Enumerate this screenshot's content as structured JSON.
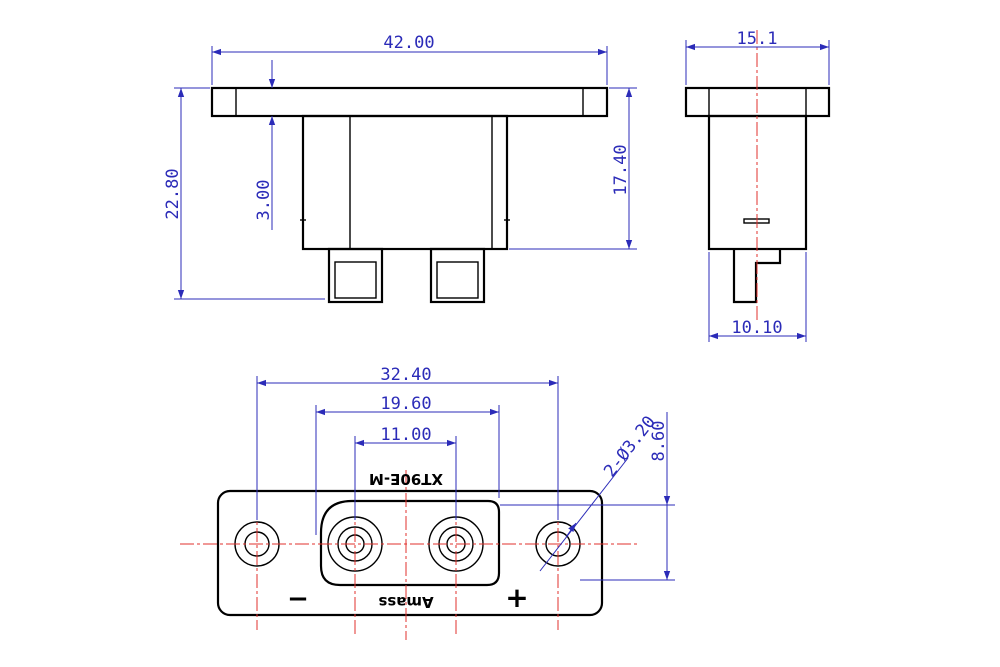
{
  "dimensions": {
    "top_width": "42.00",
    "overall_height": "22.80",
    "flange_thickness": "3.00",
    "body_height": "17.40",
    "side_width": "15.1",
    "side_body_width": "10.10",
    "hole_spacing": "32.40",
    "housing_width": "19.60",
    "pin_spacing": "11.00",
    "hole_diameter": "2-Ø3.20",
    "plate_height": "8.60"
  },
  "markings": {
    "model": "XT90E-M",
    "brand": "Amass",
    "negative": "−",
    "positive": "+"
  },
  "colors": {
    "dimension": "#2b2bb8",
    "centerline": "#e0302c",
    "outline": "#000000"
  }
}
